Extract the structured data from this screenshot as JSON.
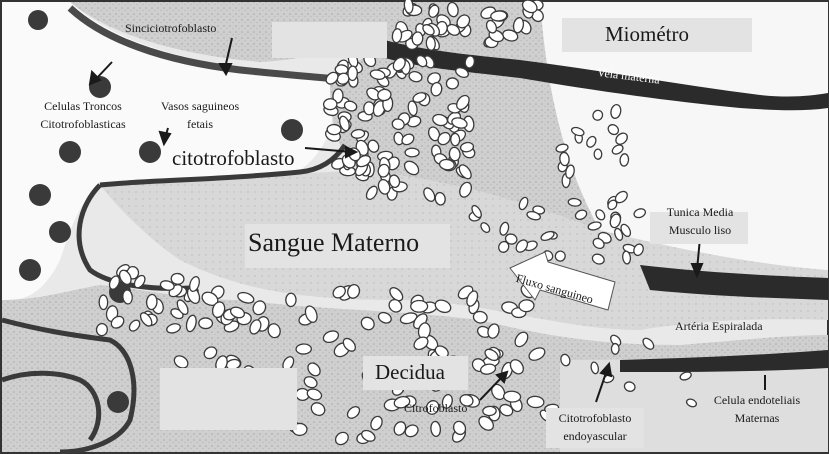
{
  "labels": {
    "sinciciotrofoblasto": "Sinciciotrofoblasto",
    "miometro": "Miométro",
    "veia_materna": "Veia materna",
    "celulas_troncos": "Celulas Troncos",
    "citotrofoblasticas": "Citotrofoblasticas",
    "vasos_saguineos": "Vasos saguineos",
    "fetais": "fetais",
    "citotrofoblasto": "citotrofoblasto",
    "tunica_media": "Tunica Media",
    "musculo_liso": "Musculo liso",
    "sangue_materno": "Sangue Materno",
    "fluxo_sanguineo": "Fluxo sanguineo",
    "arteria_espiralada": "Artéria Espiralada",
    "decidua": "Decidua",
    "citrofoblasto": "Citrofoblasto",
    "citotrofoblasto_endo_1": "Citotrofoblasto",
    "citotrofoblasto_endo_2": "endoyascular",
    "celula_endoteliais_1": "Celula endoteliais",
    "celula_endoteliais_2": "Maternas"
  },
  "colors": {
    "tissue_gray": "#c9c9c9",
    "blood_gray": "#dcdcdc",
    "dark_vessel": "#2b2b2b",
    "cell_fill": "#ffffff",
    "cell_stroke": "#3a3a3a",
    "label_box": "#e6e6e6"
  }
}
